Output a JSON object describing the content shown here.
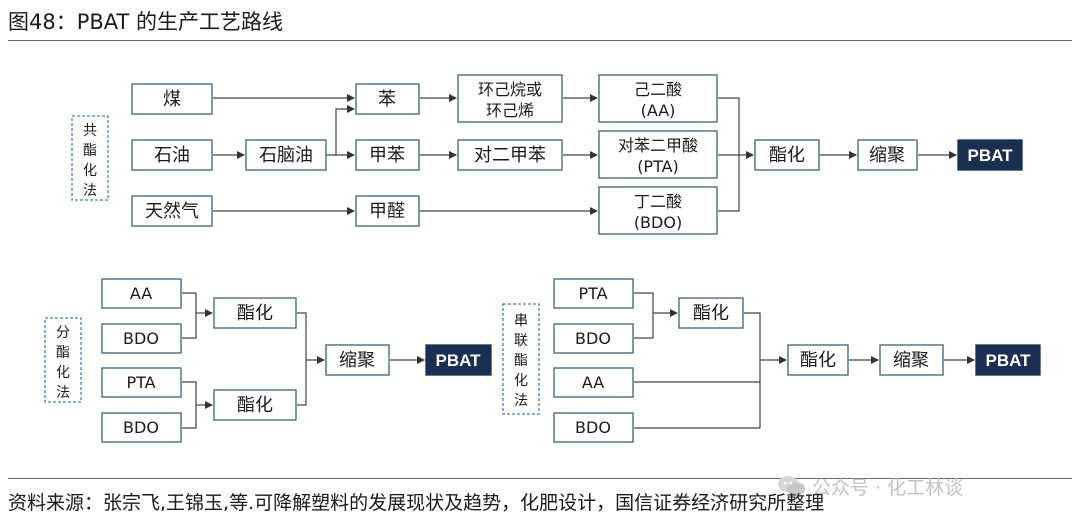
{
  "figure": {
    "title": "图48：PBAT 的生产工艺路线",
    "source": "资料来源：张宗飞,王锦玉,等.可降解塑料的发展现状及趋势，化肥设计，国信证券经济研究所整理",
    "watermark": "公众号 · 化工林谈"
  },
  "co_esterification": {
    "label": [
      "共",
      "酯",
      "化",
      "法"
    ],
    "nodes": {
      "coal": "煤",
      "petroleum": "石油",
      "natural_gas": "天然气",
      "naphtha": "石脑油",
      "benzene": "苯",
      "toluene": "甲苯",
      "methanol": "甲醛",
      "cyclohexane_1": "环己烷或",
      "cyclohexane_2": "环己烯",
      "p_xylene": "对二甲苯",
      "aa_1": "己二酸",
      "aa_2": "(AA)",
      "pta_1": "对苯二甲酸",
      "pta_2": "(PTA)",
      "bdo_1": "丁二酸",
      "bdo_2": "(BDO)",
      "esterification": "酯化",
      "polycondensation": "缩聚",
      "product": "PBAT"
    }
  },
  "split_esterification": {
    "label": [
      "分",
      "酯",
      "化",
      "法"
    ],
    "nodes": {
      "aa": "AA",
      "bdo_a": "BDO",
      "pta": "PTA",
      "bdo_b": "BDO",
      "esterification_a": "酯化",
      "esterification_b": "酯化",
      "polycondensation": "缩聚",
      "product": "PBAT"
    }
  },
  "series_esterification": {
    "label": [
      "串",
      "联",
      "酯",
      "化",
      "法"
    ],
    "nodes": {
      "pta": "PTA",
      "bdo_a": "BDO",
      "aa": "AA",
      "bdo_b": "BDO",
      "esterification_a": "酯化",
      "esterification_b": "酯化",
      "polycondensation": "缩聚",
      "product": "PBAT"
    }
  }
}
